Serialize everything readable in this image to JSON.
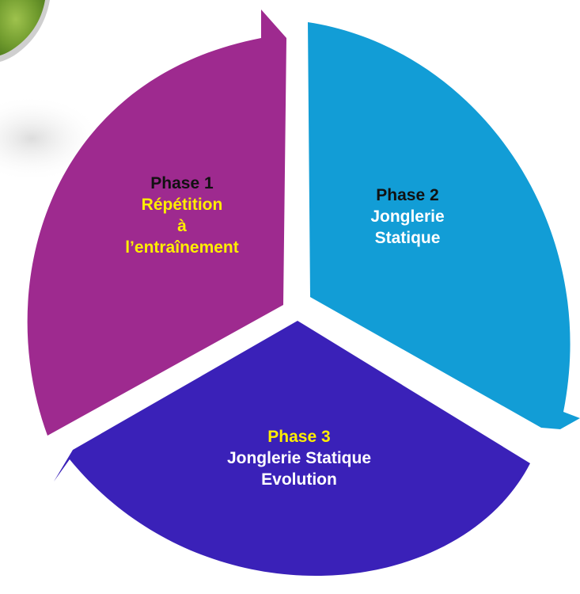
{
  "colors": {
    "phase1_fill": "#9e2a8f",
    "phase2_fill": "#129dd6",
    "phase3_fill": "#3a21b8",
    "accent_yellow": "#ffee00",
    "text_dark": "#111111",
    "text_white": "#ffffff"
  },
  "phases": {
    "phase1": {
      "title": "Phase 1",
      "line1": "Répétition",
      "line2": "à",
      "line3": "l’entraînement"
    },
    "phase2": {
      "title": "Phase 2",
      "line1": "Jonglerie",
      "line2": "Statique"
    },
    "phase3": {
      "title": "Phase 3",
      "line1": "Jonglerie Statique",
      "line2": "Evolution"
    }
  }
}
